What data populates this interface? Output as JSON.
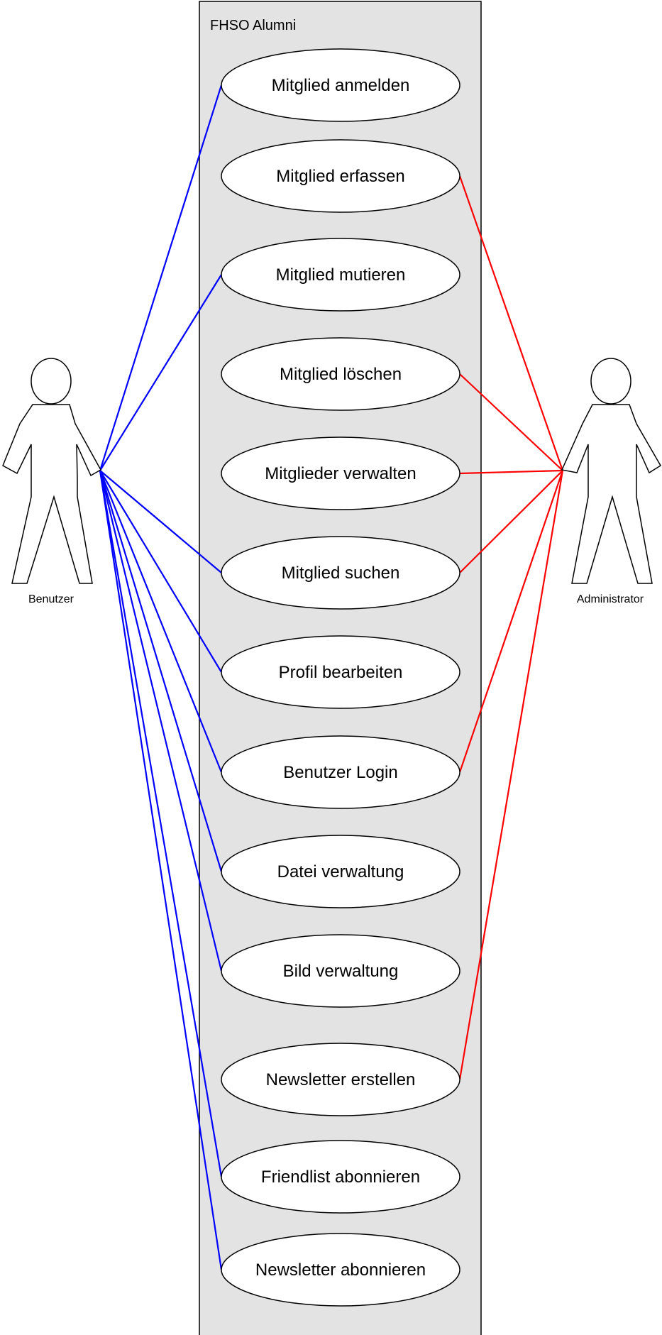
{
  "system": {
    "title": "FHSO Alumni",
    "fill": "#e3e3e3",
    "stroke": "#000000"
  },
  "actors": {
    "user": {
      "label": "Benutzer",
      "icon": "stick-figure-icon"
    },
    "admin": {
      "label": "Administrator",
      "icon": "stick-figure-icon"
    }
  },
  "colors": {
    "user_links": "#0000ff",
    "admin_links": "#ff0000",
    "use_case_fill": "#ffffff"
  },
  "use_cases": [
    {
      "id": "mitglied-anmelden",
      "label": "Mitglied anmelden",
      "user": true,
      "admin": false
    },
    {
      "id": "mitglied-erfassen",
      "label": "Mitglied erfassen",
      "user": false,
      "admin": true
    },
    {
      "id": "mitglied-mutieren",
      "label": "Mitglied mutieren",
      "user": true,
      "admin": false
    },
    {
      "id": "mitglied-loeschen",
      "label": "Mitglied löschen",
      "user": false,
      "admin": true
    },
    {
      "id": "mitglieder-verwalten",
      "label": "Mitglieder verwalten",
      "user": false,
      "admin": true
    },
    {
      "id": "mitglied-suchen",
      "label": "Mitglied suchen",
      "user": true,
      "admin": true
    },
    {
      "id": "profil-bearbeiten",
      "label": "Profil bearbeiten",
      "user": true,
      "admin": false
    },
    {
      "id": "benutzer-login",
      "label": "Benutzer Login",
      "user": true,
      "admin": true
    },
    {
      "id": "datei-verwaltung",
      "label": "Datei verwaltung",
      "user": true,
      "admin": false
    },
    {
      "id": "bild-verwaltung",
      "label": "Bild verwaltung",
      "user": true,
      "admin": false
    },
    {
      "id": "newsletter-erstellen",
      "label": "Newsletter erstellen",
      "user": false,
      "admin": true
    },
    {
      "id": "friendlist-abonnieren",
      "label": "Friendlist abonnieren",
      "user": true,
      "admin": false
    },
    {
      "id": "newsletter-abonnieren",
      "label": "Newsletter abonnieren",
      "user": true,
      "admin": false
    }
  ]
}
